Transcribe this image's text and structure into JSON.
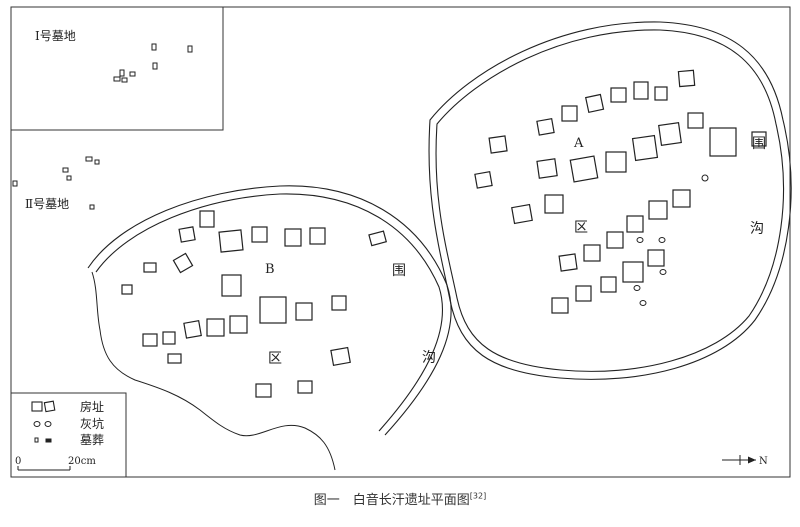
{
  "map_labels": {
    "cemetery_1": "Ⅰ号墓地",
    "cemetery_2": "Ⅱ号墓地",
    "zone_a_letter": "A",
    "zone_a_qu": "区",
    "zone_a_wei": "围",
    "zone_a_gou": "沟",
    "zone_b_letter": "B",
    "zone_b_qu": "区",
    "zone_b_wei": "围",
    "zone_b_gou": "沟"
  },
  "legend": {
    "house": "房址",
    "ash_pit": "灰坑",
    "burial": "墓葬"
  },
  "scale": {
    "zero": "0",
    "length": "20cm"
  },
  "north_label": "N",
  "caption": {
    "text": "图一　白音长汗遗址平面图",
    "ref": "[32]"
  }
}
